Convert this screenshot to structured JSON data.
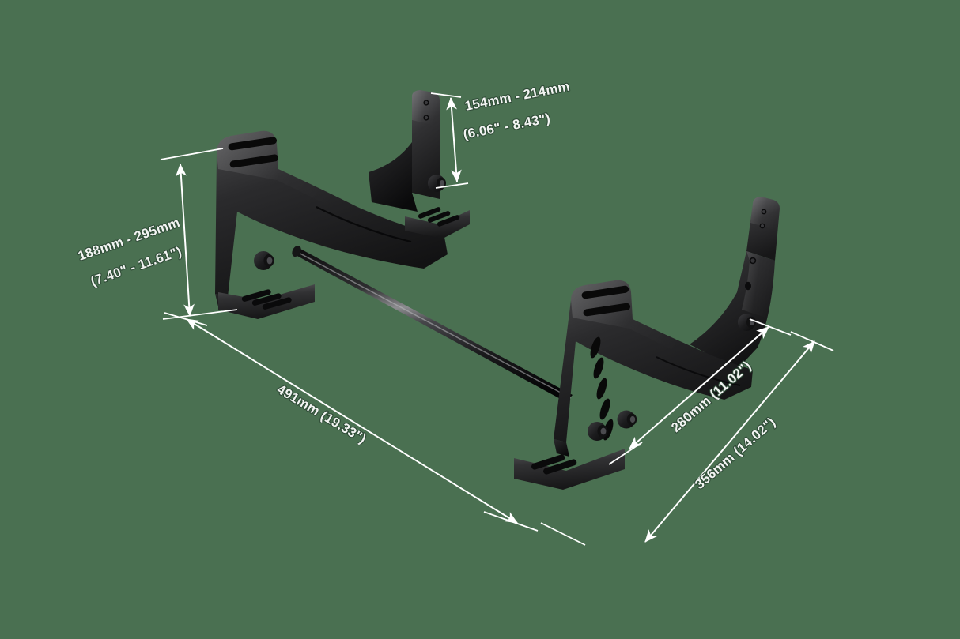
{
  "scene": {
    "title": "Seat bracket side-mount dimension diagram",
    "background_color": "#4a7051",
    "product_color": "#1a1a1a",
    "dimension_line_color": "#ffffff",
    "dimension_text_color": "#f2f4f2"
  },
  "dimensions": {
    "height_range": {
      "label": "188mm - 295mm",
      "sub_label": "(7.40\" - 11.61\")",
      "name": "overall-height-range"
    },
    "rear_height_range": {
      "label": "154mm - 214mm",
      "sub_label": "(6.06\" - 8.43\")",
      "name": "rear-mount-height-range"
    },
    "length": {
      "label": "491mm (19.33\")",
      "name": "overall-length"
    },
    "inner_width": {
      "label": "280mm (11.02\")",
      "name": "inner-mount-width"
    },
    "outer_width": {
      "label": "356mm (14.02\")",
      "name": "outer-overall-width"
    }
  },
  "parts": {
    "left_bracket": "left-seat-bracket",
    "right_bracket": "right-seat-bracket",
    "crossbar": "connecting-crossbar-tube",
    "knobs": "adjustment-knob",
    "slots": "mounting-slot"
  }
}
